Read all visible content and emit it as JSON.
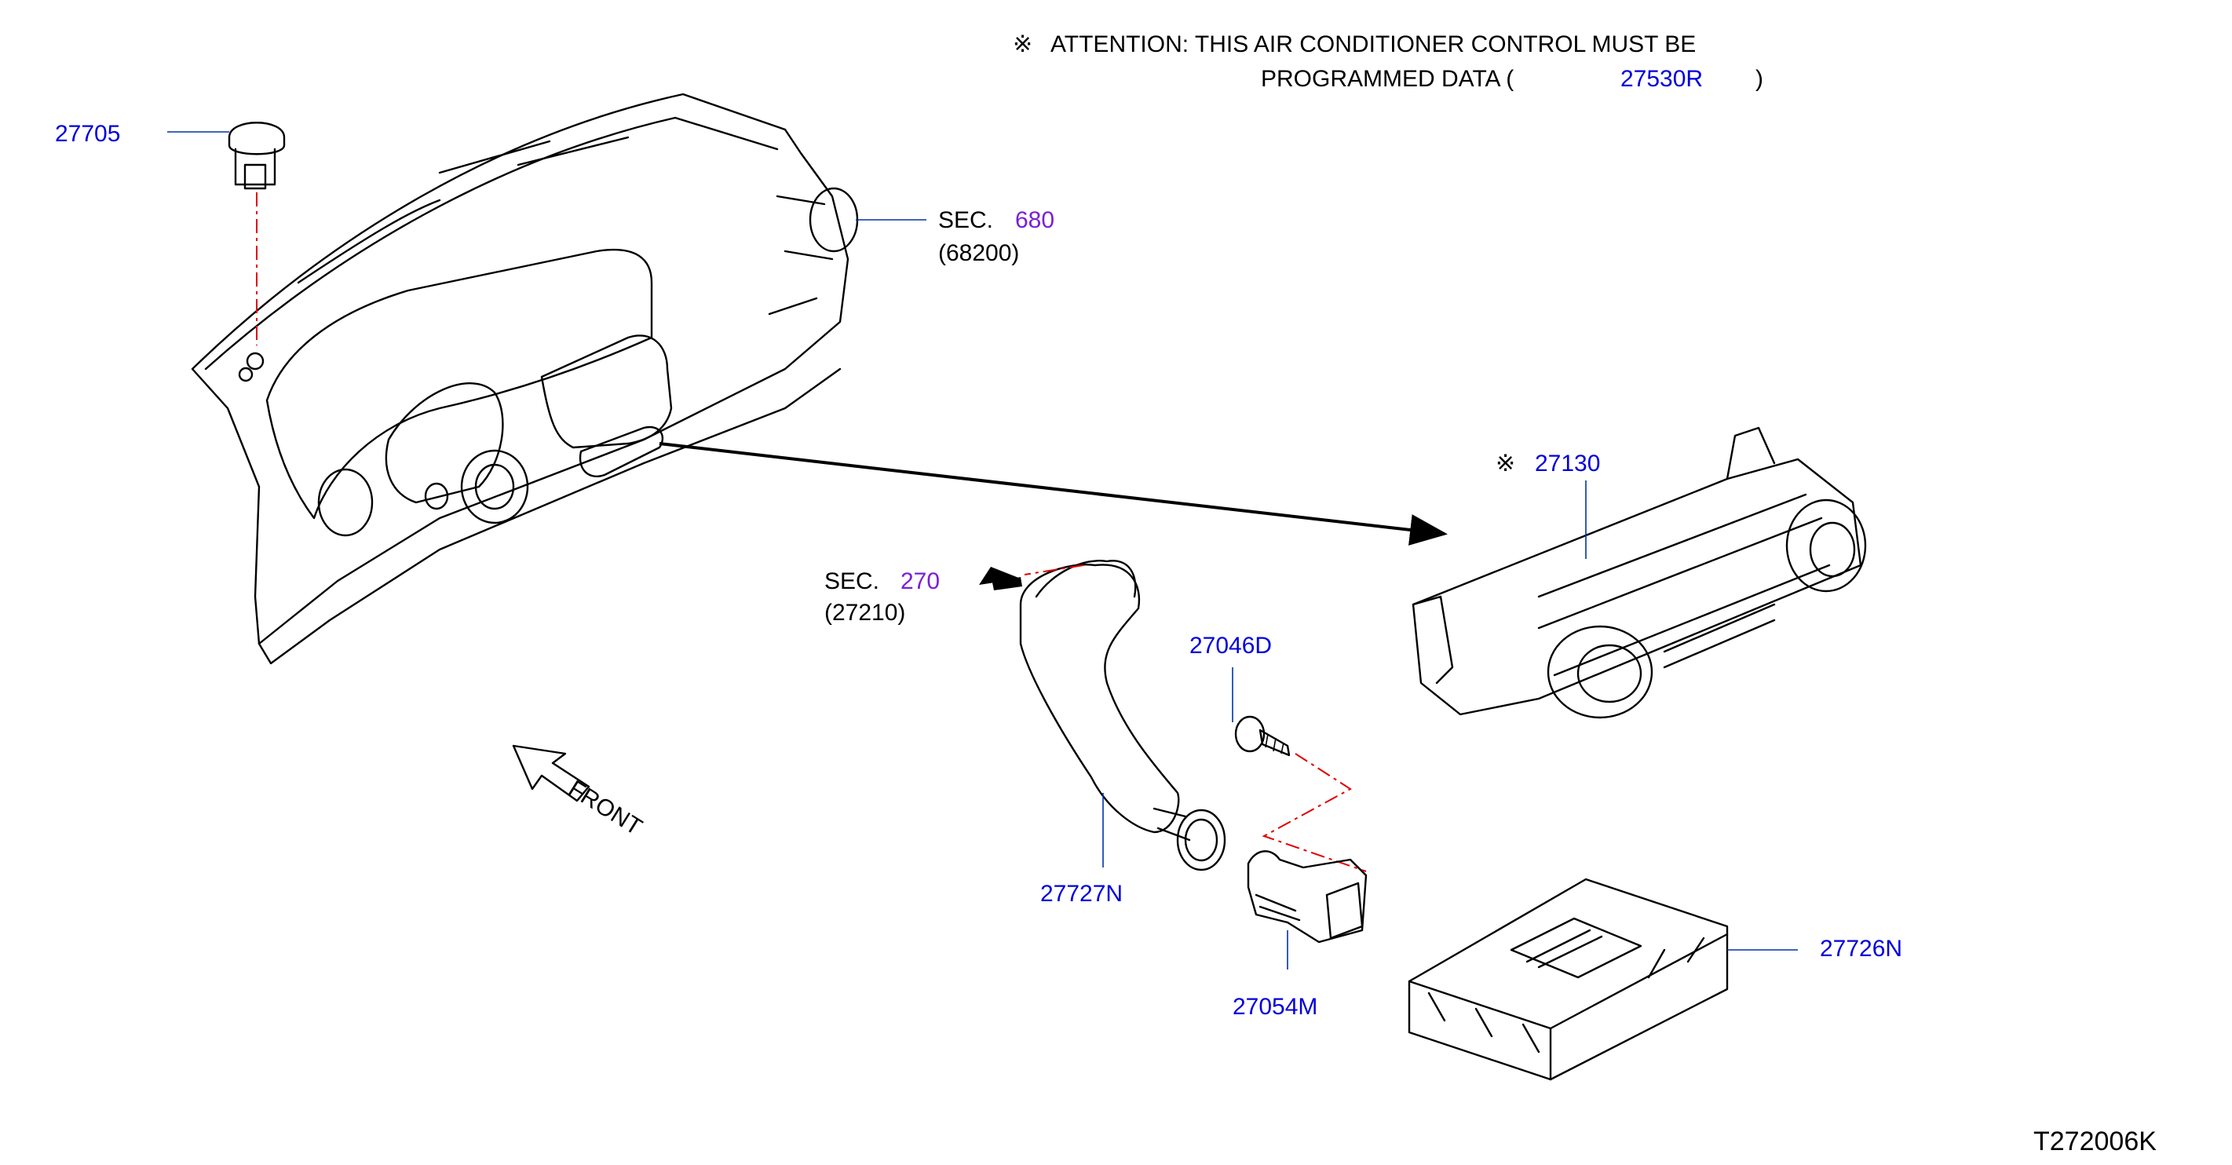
{
  "attention": {
    "symbol": "※",
    "line1": "ATTENTION:  THIS  AIR  CONDITIONER  CONTROL  MUST  BE",
    "line2_prefix": "PROGRAMMED  DATA  (",
    "line2_part": "27530R",
    "line2_suffix": ")"
  },
  "callouts": {
    "p27705": "27705",
    "sec680_prefix": "SEC.",
    "sec680_num": "680",
    "sec680_sub": "(68200)",
    "p27130_symbol": "※",
    "p27130": "27130",
    "sec270_prefix": "SEC.",
    "sec270_num": "270",
    "sec270_sub": "(27210)",
    "p27046D": "27046D",
    "p27727N": "27727N",
    "p27054M": "27054M",
    "p27726N": "27726N",
    "front": "FRONT"
  },
  "diagram_code": "T272006K",
  "colors": {
    "part_number": "#0000dd",
    "section_number": "#7a1fd6",
    "text": "#000000",
    "leader": "#0033aa",
    "alignment_line": "#e00000"
  }
}
